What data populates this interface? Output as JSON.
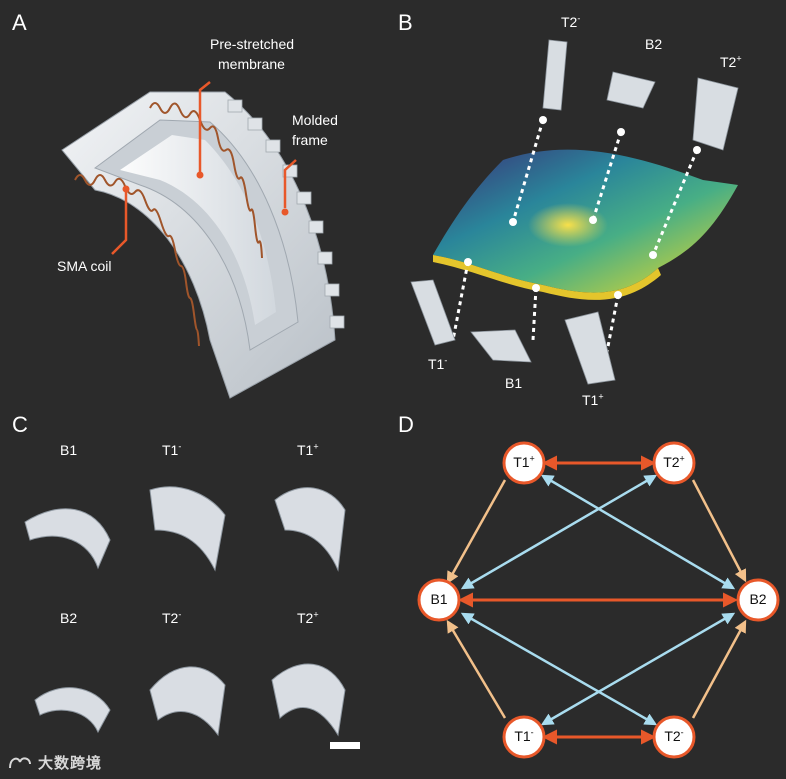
{
  "panels": {
    "a": "A",
    "b": "B",
    "c": "C",
    "d": "D"
  },
  "panel_a": {
    "label_membrane_1": "Pre-stretched",
    "label_membrane_2": "membrane",
    "label_frame_1": "Molded",
    "label_frame_2": "frame",
    "label_coil": "SMA coil",
    "leader_color": "#e8582a"
  },
  "panel_b": {
    "top_labels": [
      {
        "base": "T2",
        "sup": "-"
      },
      {
        "base": "B2",
        "sup": ""
      },
      {
        "base": "T2",
        "sup": "+"
      }
    ],
    "bottom_labels": [
      {
        "base": "T1",
        "sup": "-"
      },
      {
        "base": "B1",
        "sup": ""
      },
      {
        "base": "T1",
        "sup": "+"
      }
    ]
  },
  "panel_c": {
    "row1": [
      {
        "base": "B1",
        "sup": ""
      },
      {
        "base": "T1",
        "sup": "-"
      },
      {
        "base": "T1",
        "sup": "+"
      }
    ],
    "row2": [
      {
        "base": "B2",
        "sup": ""
      },
      {
        "base": "T2",
        "sup": "-"
      },
      {
        "base": "T2",
        "sup": "+"
      }
    ]
  },
  "panel_d": {
    "nodes": {
      "t1p": {
        "base": "T1",
        "sup": "+"
      },
      "t2p": {
        "base": "T2",
        "sup": "+"
      },
      "b1": {
        "base": "B1",
        "sup": ""
      },
      "b2": {
        "base": "B2",
        "sup": ""
      },
      "t1m": {
        "base": "T1",
        "sup": "-"
      },
      "t2m": {
        "base": "T2",
        "sup": "-"
      }
    },
    "colors": {
      "orange": "#e8582a",
      "blue": "#a9dcef",
      "peach": "#f2c08a",
      "node_fill": "#ffffff"
    }
  },
  "watermark": "大数跨境"
}
